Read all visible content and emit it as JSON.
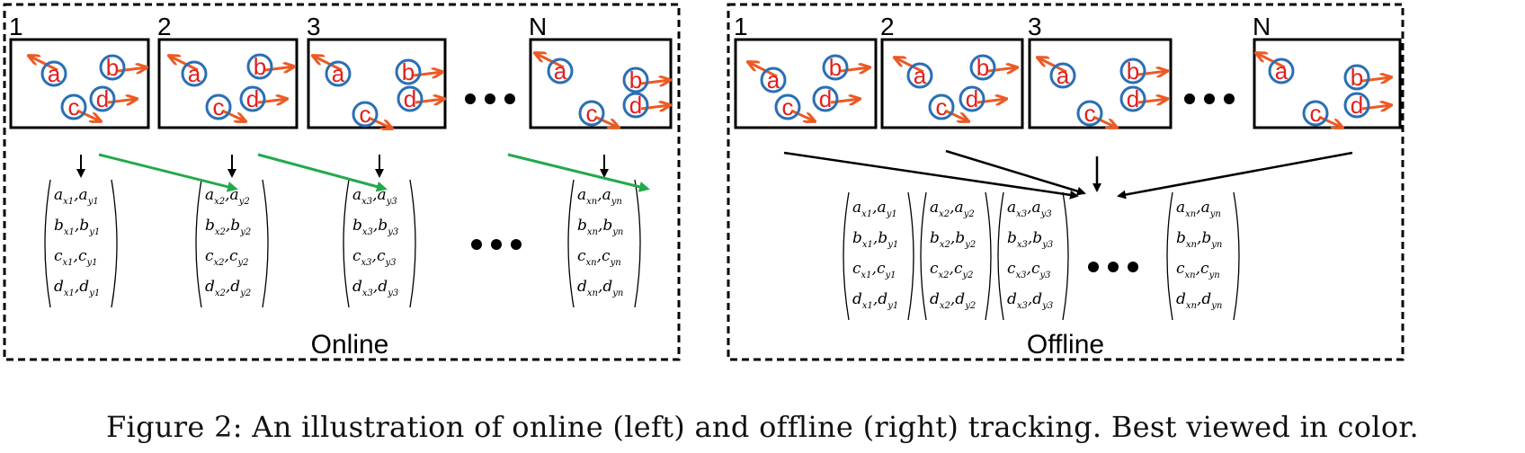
{
  "panels": [
    {
      "id": "online",
      "title": "Online",
      "frames": [
        {
          "label": "1",
          "ellipsis_after": false,
          "balls": [
            {
              "letter": "a",
              "dir": "left"
            },
            {
              "letter": "b",
              "dir": "right"
            },
            {
              "letter": "c",
              "dir": "right"
            },
            {
              "letter": "d",
              "dir": "right"
            }
          ]
        },
        {
          "label": "2",
          "ellipsis_after": false,
          "balls": [
            {
              "letter": "a",
              "dir": "left"
            },
            {
              "letter": "b",
              "dir": "right"
            },
            {
              "letter": "c",
              "dir": "right"
            },
            {
              "letter": "d",
              "dir": "right"
            }
          ]
        },
        {
          "label": "3",
          "ellipsis_after": true,
          "balls": [
            {
              "letter": "a",
              "dir": "left"
            },
            {
              "letter": "b",
              "dir": "right"
            },
            {
              "letter": "c",
              "dir": "right"
            },
            {
              "letter": "d",
              "dir": "right"
            }
          ]
        },
        {
          "label": "N",
          "ellipsis_after": false,
          "balls": [
            {
              "letter": "a",
              "dir": "left"
            },
            {
              "letter": "b",
              "dir": "right"
            },
            {
              "letter": "c",
              "dir": "right"
            },
            {
              "letter": "d",
              "dir": "right"
            }
          ]
        }
      ],
      "matrices": [
        {
          "sub": "1",
          "rows": [
            [
              "a",
              "a"
            ],
            [
              "b",
              "b"
            ],
            [
              "c",
              "c"
            ],
            [
              "d",
              "d"
            ]
          ]
        },
        {
          "sub": "2",
          "rows": [
            [
              "a",
              "a"
            ],
            [
              "b",
              "b"
            ],
            [
              "c",
              "c"
            ],
            [
              "d",
              "d"
            ]
          ]
        },
        {
          "sub": "3",
          "rows": [
            [
              "a",
              "a"
            ],
            [
              "b",
              "b"
            ],
            [
              "c",
              "c"
            ],
            [
              "d",
              "d"
            ]
          ]
        },
        {
          "sub": "n",
          "rows": [
            [
              "a",
              "a"
            ],
            [
              "b",
              "b"
            ],
            [
              "c",
              "c"
            ],
            [
              "d",
              "d"
            ]
          ]
        }
      ]
    },
    {
      "id": "offline",
      "title": "Offline",
      "frames": [
        {
          "label": "1",
          "ellipsis_after": false,
          "balls": [
            {
              "letter": "a",
              "dir": "left"
            },
            {
              "letter": "b",
              "dir": "right"
            },
            {
              "letter": "c",
              "dir": "right"
            },
            {
              "letter": "d",
              "dir": "right"
            }
          ]
        },
        {
          "label": "2",
          "ellipsis_after": false,
          "balls": [
            {
              "letter": "a",
              "dir": "left"
            },
            {
              "letter": "b",
              "dir": "right"
            },
            {
              "letter": "c",
              "dir": "right"
            },
            {
              "letter": "d",
              "dir": "right"
            }
          ]
        },
        {
          "label": "3",
          "ellipsis_after": true,
          "balls": [
            {
              "letter": "a",
              "dir": "left"
            },
            {
              "letter": "b",
              "dir": "right"
            },
            {
              "letter": "c",
              "dir": "right"
            },
            {
              "letter": "d",
              "dir": "right"
            }
          ]
        },
        {
          "label": "N",
          "ellipsis_after": false,
          "balls": [
            {
              "letter": "a",
              "dir": "left"
            },
            {
              "letter": "b",
              "dir": "right"
            },
            {
              "letter": "c",
              "dir": "right"
            },
            {
              "letter": "d",
              "dir": "right"
            }
          ]
        }
      ],
      "matrices": [
        {
          "sub": "1",
          "rows": [
            [
              "a",
              "a"
            ],
            [
              "b",
              "b"
            ],
            [
              "c",
              "c"
            ],
            [
              "d",
              "d"
            ]
          ]
        },
        {
          "sub": "2",
          "rows": [
            [
              "a",
              "a"
            ],
            [
              "b",
              "b"
            ],
            [
              "c",
              "c"
            ],
            [
              "d",
              "d"
            ]
          ]
        },
        {
          "sub": "3",
          "rows": [
            [
              "a",
              "a"
            ],
            [
              "b",
              "b"
            ],
            [
              "c",
              "c"
            ],
            [
              "d",
              "d"
            ]
          ]
        },
        {
          "sub": "n",
          "rows": [
            [
              "a",
              "a"
            ],
            [
              "b",
              "b"
            ],
            [
              "c",
              "c"
            ],
            [
              "d",
              "d"
            ]
          ]
        }
      ]
    }
  ],
  "colors": {
    "ball_outline": "#2a6fb5",
    "ball_letter": "#e02020",
    "motion_arrow": "#ec5a24",
    "temporal_arrow": "#22a94b",
    "flow_arrow": "#000000"
  },
  "caption": "Figure 2: An illustration of online (left) and offline (right) tracking. Best viewed in color."
}
